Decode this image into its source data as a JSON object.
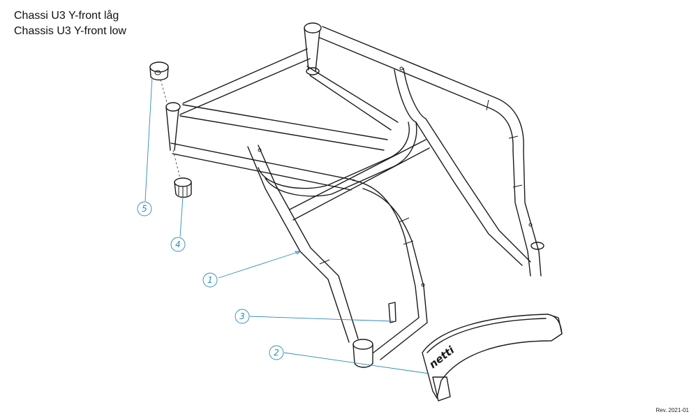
{
  "title": {
    "line_sv": "Chassi U3 Y-front låg",
    "line_en": "Chassis U3 Y-front low"
  },
  "revision": "Rev. 2021-01",
  "brand_text": "netti",
  "callouts": [
    {
      "id": "1",
      "label": "1"
    },
    {
      "id": "2",
      "label": "2"
    },
    {
      "id": "3",
      "label": "3"
    },
    {
      "id": "4",
      "label": "4"
    },
    {
      "id": "5",
      "label": "5"
    }
  ],
  "colors": {
    "line": "#1a1a1a",
    "callout": "#2a8bb8"
  }
}
